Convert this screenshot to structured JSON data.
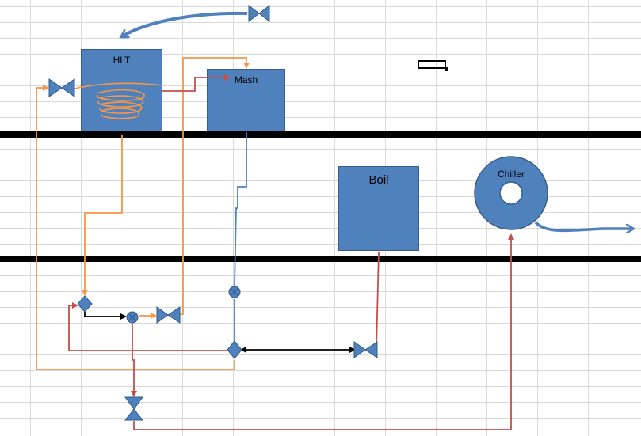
{
  "diagram": {
    "vessels": {
      "hlt": "HLT",
      "mash": "Mash",
      "boil": "Boil",
      "chiller": "Chiller"
    }
  },
  "colors": {
    "vessel_fill": "#4f81bd",
    "vessel_border": "#385d8a",
    "hot_water_line": "#f79646",
    "wort_line": "#c0504d",
    "mash_return_line": "#4f81bd",
    "pump_link_line": "#000000",
    "floor_bar": "#000000",
    "grid": "#d9d9d9"
  }
}
